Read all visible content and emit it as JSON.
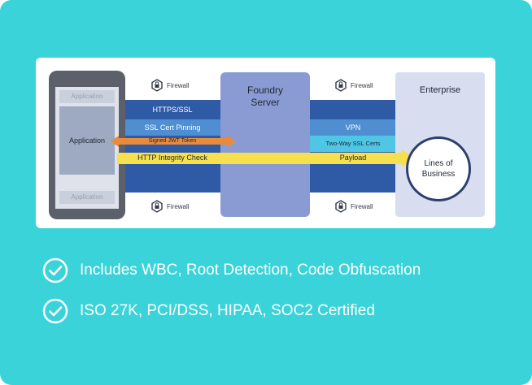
{
  "diagram": {
    "firewall_label": "Firewall",
    "phone": {
      "app_top": "Application",
      "app_main": "Application",
      "app_bottom": "Application"
    },
    "left_channel": {
      "https": "HTTPS/SSL",
      "pinning": "SSL Cert Pinning",
      "jwt": "Signed JWT Token",
      "integrity": "HTTP Integrity Check"
    },
    "server_title": "Foundry Server",
    "right_channel": {
      "vpn": "VPN",
      "certs": "Two-Way SSL Certs",
      "payload": "Payload"
    },
    "enterprise": {
      "title": "Enterprise",
      "lob": "Lines of Business"
    }
  },
  "features": [
    "Includes WBC, Root Detection, Code Obfuscation",
    "ISO 27K, PCI/DSS, HIPAA, SOC2 Certified"
  ],
  "colors": {
    "background": "#3ad3d9",
    "dark_band": "#2f5ba6",
    "light_band": "#4f8ed0",
    "cyan_band": "#4fc6e4",
    "yellow_arrow": "#f6e04d",
    "orange_arrow": "#e98b3b",
    "server": "#8a9bd3",
    "enterprise": "#d8def0"
  }
}
